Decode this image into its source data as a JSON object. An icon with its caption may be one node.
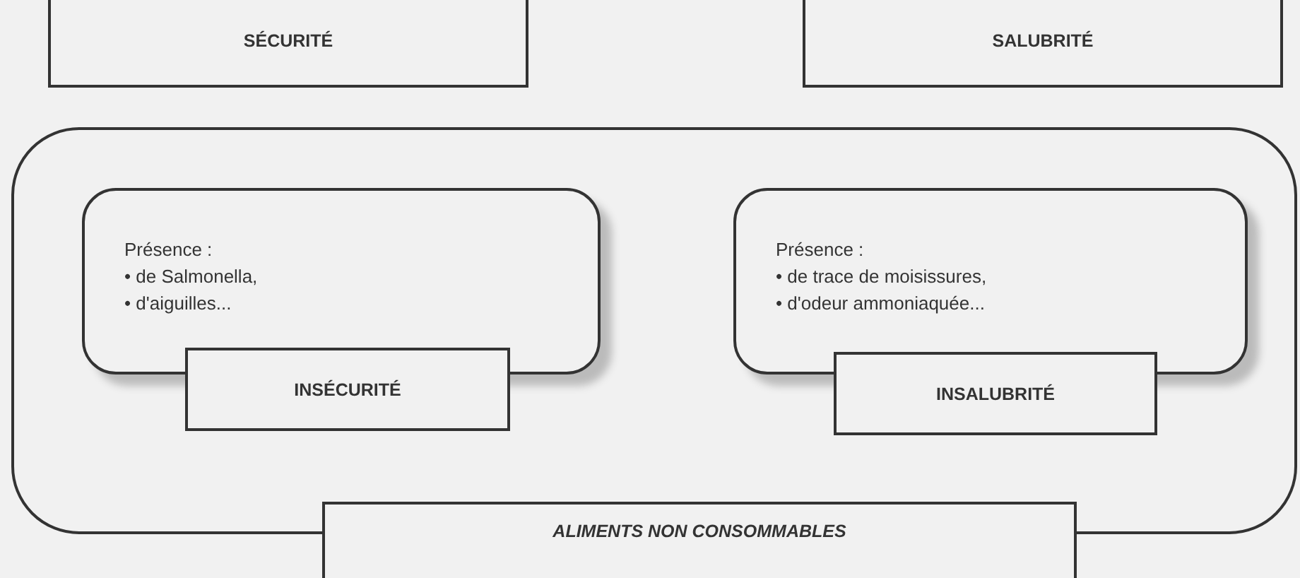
{
  "diagram": {
    "nodes": [
      {
        "text": [
          "SÉCURITÉ"
        ]
      },
      {
        "text": [
          "SALUBRITÉ"
        ]
      },
      {
        "text": [],
        "shape": "box"
      },
      {
        "text": [
          "Présence :",
          "• de Salmonella,",
          "• d'aiguilles..."
        ],
        "in": 2
      },
      {
        "text": [
          "INSÉCURITÉ"
        ],
        "in": 2
      },
      {
        "text": [
          "Présence :",
          "• de trace de moisissures,",
          "• d'odeur ammoniaquée..."
        ],
        "in": 2
      },
      {
        "text": [
          "INSALUBRITÉ"
        ],
        "in": 2
      },
      {
        "text": [
          "ALIMENTS NON CONSOMMABLES"
        ]
      }
    ]
  }
}
